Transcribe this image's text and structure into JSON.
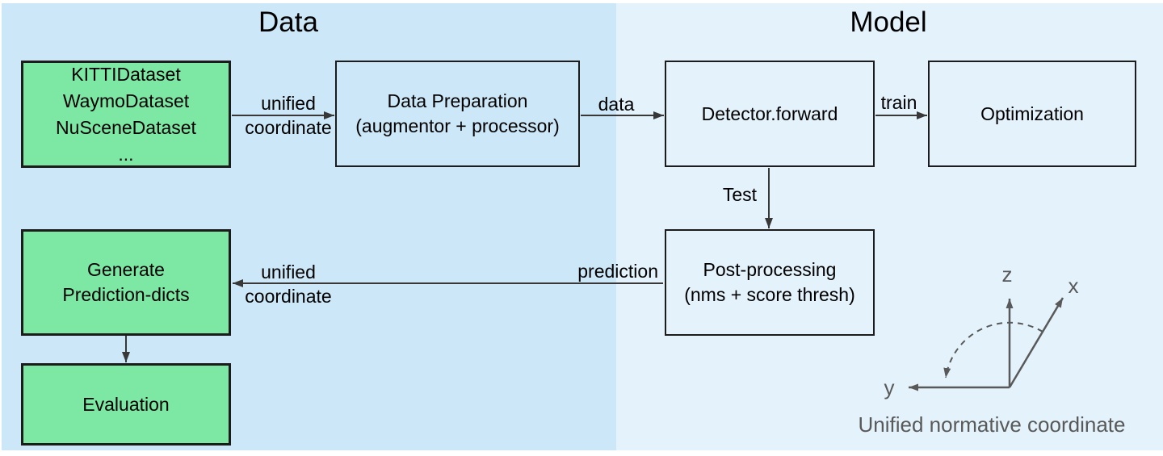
{
  "sections": {
    "data": {
      "title": "Data"
    },
    "model": {
      "title": "Model"
    }
  },
  "nodes": {
    "datasets": {
      "lines": [
        "KITTIDataset",
        "WaymoDataset",
        "NuSceneDataset",
        "..."
      ]
    },
    "data_preparation": {
      "lines": [
        "Data Preparation",
        "(augmentor + processor)"
      ]
    },
    "detector_forward": {
      "label": "Detector.forward"
    },
    "optimization": {
      "label": "Optimization"
    },
    "post_processing": {
      "lines": [
        "Post-processing",
        "(nms + score thresh)"
      ]
    },
    "generate_prediction_dicts": {
      "lines": [
        "Generate",
        "Prediction-dicts"
      ]
    },
    "evaluation": {
      "label": "Evaluation"
    }
  },
  "edges": {
    "datasets_to_preparation": {
      "lines": [
        "unified",
        "coordinate"
      ]
    },
    "preparation_to_detector": {
      "label": "data"
    },
    "detector_to_optimization": {
      "label": "train"
    },
    "detector_to_postprocessing": {
      "label": "Test"
    },
    "postprocessing_to_generate": {
      "label": "prediction"
    },
    "postprocessing_to_generate_coord": {
      "lines": [
        "unified",
        "coordinate"
      ]
    }
  },
  "coordinate_inset": {
    "axis_z": "z",
    "axis_x": "x",
    "axis_y": "y",
    "caption": "Unified normative coordinate"
  },
  "colors": {
    "left_bg": "#cbe7f8",
    "right_bg": "#e3f2fb",
    "green": "#7ce8a3",
    "border": "#1c1c1c",
    "arrow": "#383838",
    "gray": "#595959"
  }
}
